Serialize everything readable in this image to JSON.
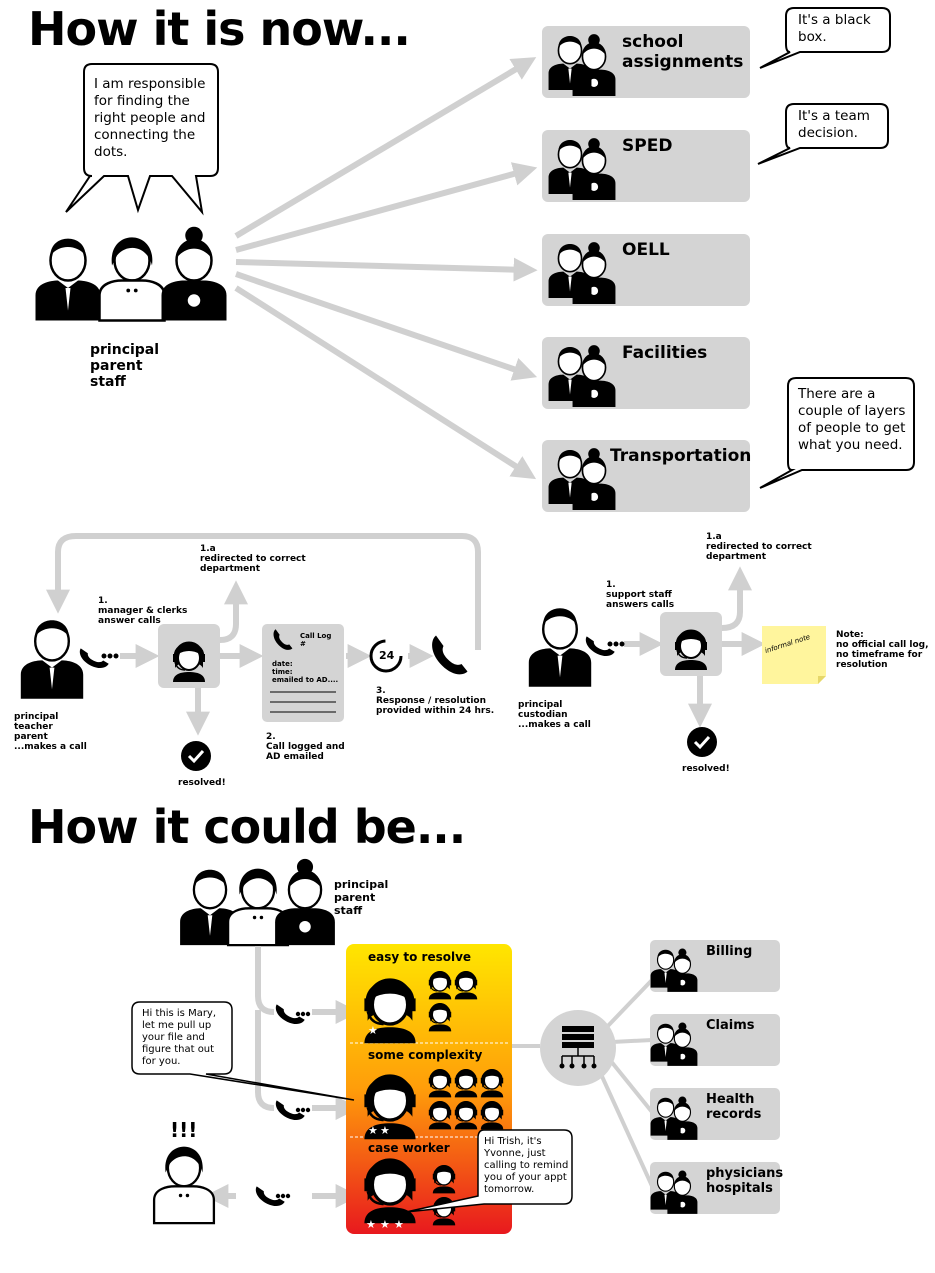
{
  "current": {
    "title": "How it is now...",
    "speech": "I am responsible\nfor finding the\nright people and\nconnecting the\ndots.",
    "people_label": "principal\nparent\nstaff",
    "departments": [
      "school\nassignments",
      "SPED",
      "OELL",
      "Facilities",
      "Transportation"
    ],
    "comments": {
      "school_assignments": "It's a black\nbox.",
      "sped": "It's a team\ndecision.",
      "transportation": "There are a\ncouple of layers\nof people to get\nwhat you need."
    }
  },
  "flow_left": {
    "caller_label": "principal\nteacher\nparent\n...makes a call",
    "step1": "1.\nmanager & clerks\nanswer calls",
    "step1a": "1.a\nredirected to correct\ndepartment",
    "call_log_title": "Call Log\n#",
    "call_log_fields": "date:\ntime:\nemailed to AD....",
    "step2": "2.\nCall logged and\nAD emailed",
    "step3": "3.\nResponse / resolution\nprovided within 24 hrs.",
    "badge_24": "24",
    "resolved": "resolved!"
  },
  "flow_right": {
    "caller_label": "principal\ncustodian\n...makes a call",
    "step1": "1.\nsupport staff\nanswers calls",
    "step1a": "1.a\nredirected to correct\ndepartment",
    "sticky": "informal note",
    "note": "Note:\nno official call log,\nno timeframe for\nresolution",
    "resolved": "resolved!"
  },
  "future": {
    "title": "How it could be...",
    "people_label": "principal\nparent\nstaff",
    "tiers": [
      "easy to resolve",
      "some complexity",
      "case worker"
    ],
    "mary": "Hi this is Mary,\nlet me pull up\nyour file and\nfigure that out\nfor you.",
    "trish": "Hi Trish, it's\nYvonne, just\ncalling to remind\nyou of your appt\ntomorrow.",
    "alert": "!!!",
    "services": [
      "Billing",
      "Claims",
      "Health\nrecords",
      "physicians\nhospitals"
    ]
  },
  "colors": {
    "gray_box": "#d4d4d4",
    "arrow_gray": "#d0d0d0",
    "sticky": "#fff59d",
    "gradient_top": "#ffe600",
    "gradient_bottom": "#e8191e"
  }
}
